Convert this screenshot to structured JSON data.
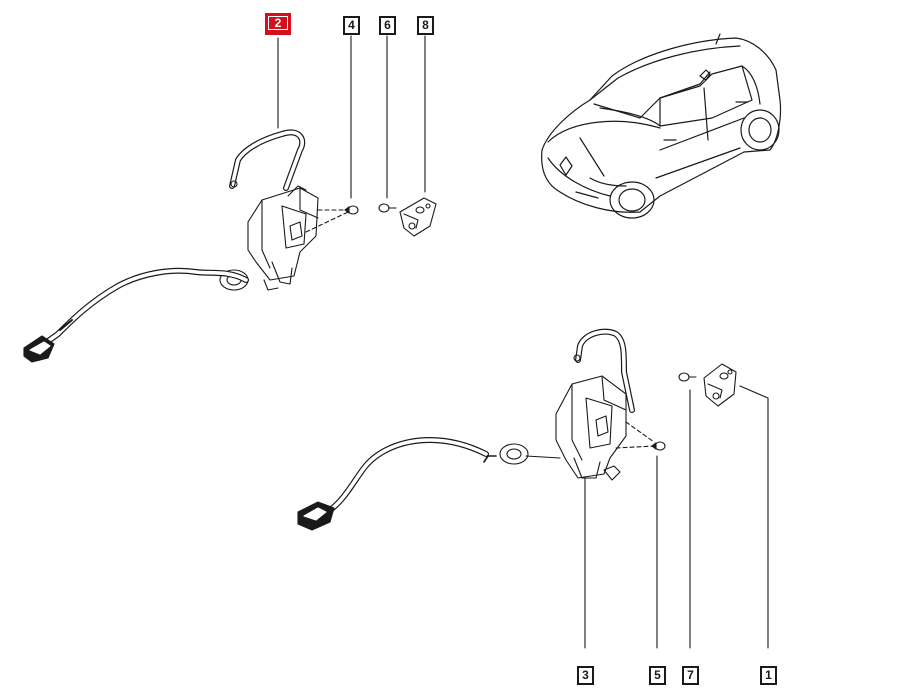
{
  "callouts": {
    "c1": "1",
    "c2": "2",
    "c3": "3",
    "c4": "4",
    "c5": "5",
    "c6": "6",
    "c7": "7",
    "c8": "8"
  },
  "colors": {
    "selected": "#d3101c",
    "line": "#1a1a1a"
  },
  "icons": [
    "car-icon",
    "front-door-lock-icon",
    "rear-door-lock-icon",
    "striker-icon",
    "screw-icon",
    "cable-icon",
    "connector-icon"
  ]
}
